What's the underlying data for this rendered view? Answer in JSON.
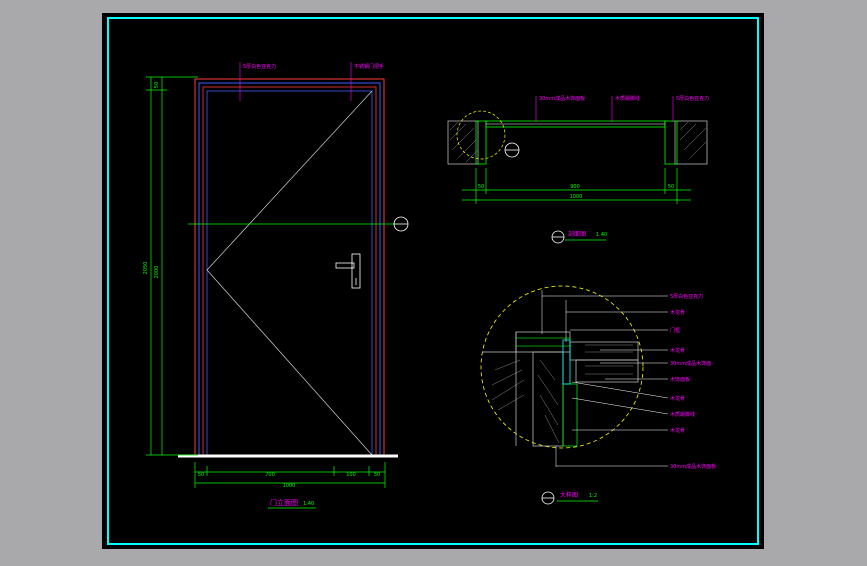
{
  "colors": {
    "background": "#a9a9ab",
    "sheet": "#000000",
    "frame": "#00ffff",
    "dimension": "#00ff00",
    "annotation": "#ff00ff",
    "door_outline": "#ff3b3b",
    "door_inner": "#3a5bff",
    "hatch": "#cccccc",
    "detail_circle": "#ffff00",
    "floor": "#ffffff"
  },
  "elevation": {
    "title": "门立面图",
    "scale": "1:40",
    "callouts": [
      "5厚白色亚克力",
      "不锈钢门把手"
    ],
    "dims_vertical": [
      "50",
      "2050",
      "2000"
    ],
    "dims_horizontal": [
      "50",
      "700",
      "100",
      "50"
    ],
    "dim_total": "1000"
  },
  "plan": {
    "title": "剖面图",
    "scale": "1:40",
    "callouts": [
      "30mm成品木饰面板",
      "木质踢脚线",
      "5厚白色亚克力"
    ],
    "dims_top": [
      "50",
      "900",
      "50"
    ],
    "dim_total": "1000"
  },
  "detail": {
    "title": "大样图",
    "scale": "1:2",
    "callouts": [
      "5厚白色亚克力",
      "木龙骨",
      "门框",
      "木龙骨",
      "30mm成品木饰面",
      "木饰面板",
      "木龙骨",
      "木质踢脚线",
      "木龙骨",
      "30mm成品木饰面板"
    ]
  }
}
